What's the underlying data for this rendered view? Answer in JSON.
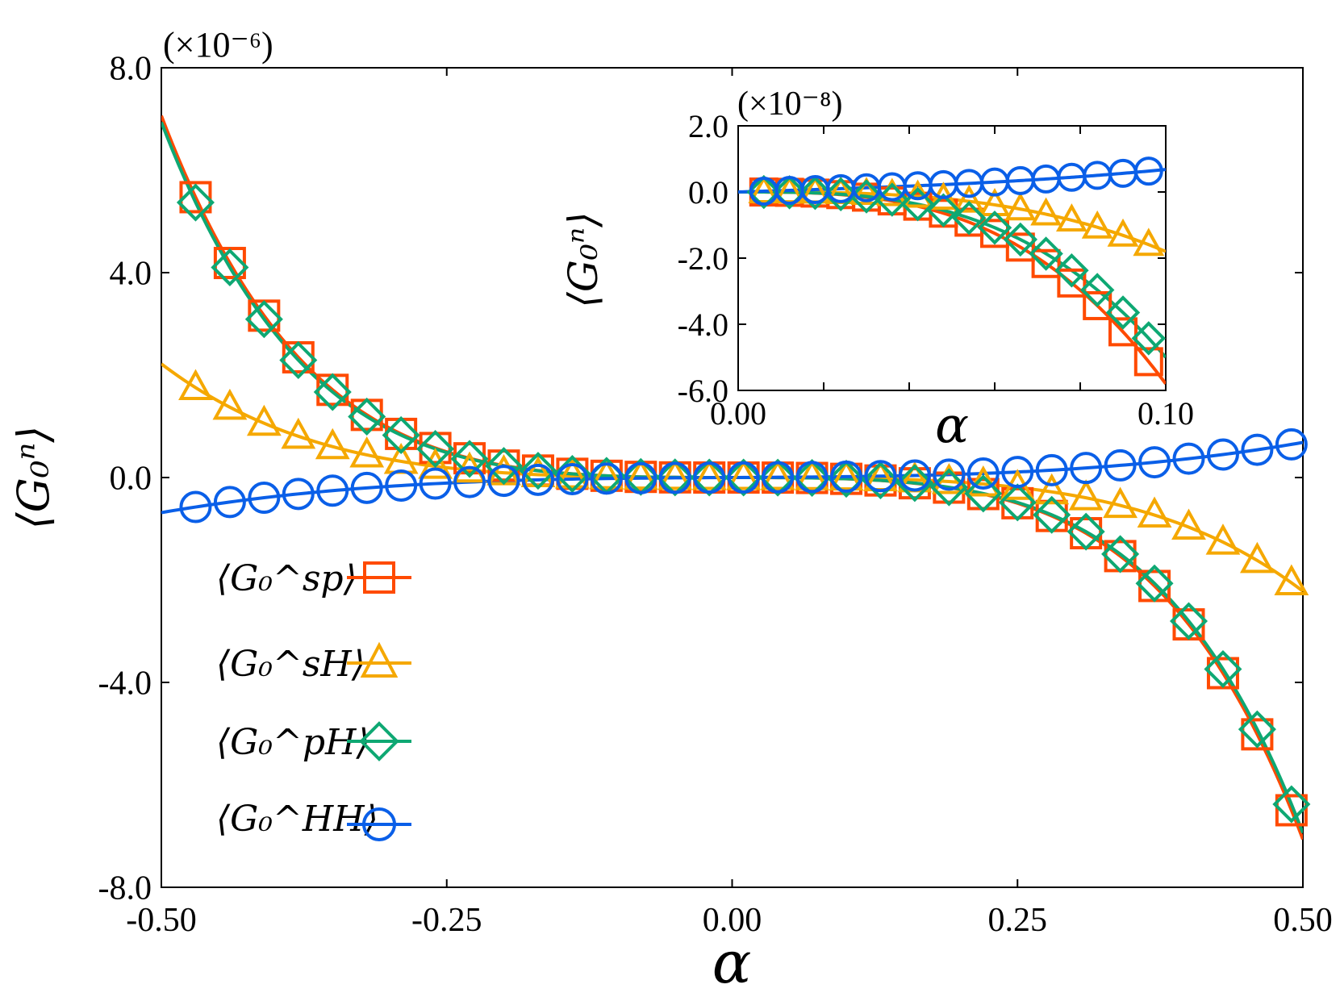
{
  "chart_data": [
    {
      "type": "line",
      "title": "",
      "xlabel": "α",
      "ylabel": "⟨G₀ⁿ⟩",
      "y_multiplier": "(×10⁻⁶)",
      "xlim": [
        -0.5,
        0.5
      ],
      "ylim": [
        -8.0,
        8.0
      ],
      "x_ticks": [
        -0.5,
        -0.25,
        0.0,
        0.25,
        0.5
      ],
      "x_tick_labels": [
        "-0.50",
        "-0.25",
        "0.00",
        "0.25",
        "0.50"
      ],
      "y_ticks": [
        -8.0,
        -4.0,
        0.0,
        4.0,
        8.0
      ],
      "y_tick_labels": [
        "-8.0",
        "-4.0",
        "0.0",
        "4.0",
        "8.0"
      ],
      "grid": false,
      "legend_position": "lower-left",
      "series": [
        {
          "name": "⟨G₀^sp⟩",
          "color": "#ff4a00",
          "marker": "square",
          "curve": {
            "a1": 0.0,
            "a3": -24.0,
            "a5": -130.0
          },
          "markers": {
            "x_start": -0.47,
            "x_step": 0.03,
            "count": 33
          }
        },
        {
          "name": "⟨G₀^sH⟩",
          "color": "#f5a800",
          "marker": "triangle",
          "curve": {
            "a1": 0.0,
            "a3": -10.5,
            "a5": -29.0
          },
          "markers": {
            "x_start": -0.47,
            "x_step": 0.03,
            "count": 33
          }
        },
        {
          "name": "⟨G₀^pH⟩",
          "color": "#0ea873",
          "marker": "diamond",
          "curve": {
            "a1": 0.0,
            "a3": -23.0,
            "a5": -130.0
          },
          "markers": {
            "x_start": -0.47,
            "x_step": 0.03,
            "count": 33
          }
        },
        {
          "name": "⟨G₀^HH⟩",
          "color": "#0a5fe8",
          "marker": "circle",
          "curve": {
            "a1": 0.12,
            "a3": 5.0,
            "a5": 0.0
          },
          "markers": {
            "x_start": -0.47,
            "x_step": 0.03,
            "count": 33
          }
        }
      ]
    },
    {
      "type": "line",
      "title": "",
      "xlabel": "α",
      "ylabel": "⟨G₀ⁿ⟩",
      "y_multiplier": "(×10⁻⁸)",
      "xlim": [
        0.0,
        0.1
      ],
      "ylim": [
        -6.0,
        2.0
      ],
      "x_ticks": [
        0.0,
        0.02,
        0.04,
        0.06,
        0.08,
        0.1
      ],
      "x_tick_labels": [
        "0.00",
        "",
        "",
        "",
        "",
        "0.10"
      ],
      "y_ticks": [
        -6.0,
        -4.0,
        -2.0,
        0.0,
        2.0
      ],
      "y_tick_labels": [
        "-6.0",
        "-4.0",
        "-2.0",
        "0.0",
        "2.0"
      ],
      "grid": false,
      "series": [
        {
          "name": "⟨G₀^sp⟩",
          "color": "#ff4a00",
          "marker": "square",
          "curve": {
            "a1": 0.0,
            "a3": -5800.0,
            "a5": 0.0
          },
          "markers": {
            "x_start": 0.006,
            "x_step": 0.006,
            "count": 16
          }
        },
        {
          "name": "⟨G₀^sH⟩",
          "color": "#f5a800",
          "marker": "triangle",
          "curve": {
            "a1": 0.0,
            "a3": -1800.0,
            "a5": 0.0
          },
          "markers": {
            "x_start": 0.006,
            "x_step": 0.006,
            "count": 16
          }
        },
        {
          "name": "⟨G₀^pH⟩",
          "color": "#0ea873",
          "marker": "diamond",
          "curve": {
            "a1": 0.0,
            "a3": -5000.0,
            "a5": 0.0
          },
          "markers": {
            "x_start": 0.006,
            "x_step": 0.006,
            "count": 16
          }
        },
        {
          "name": "⟨G₀^HH⟩",
          "color": "#0a5fe8",
          "marker": "circle",
          "curve": {
            "a1": 4.0,
            "a3": 280.0,
            "a5": 0.0
          },
          "markers": {
            "x_start": 0.006,
            "x_step": 0.006,
            "count": 16
          }
        }
      ]
    }
  ]
}
